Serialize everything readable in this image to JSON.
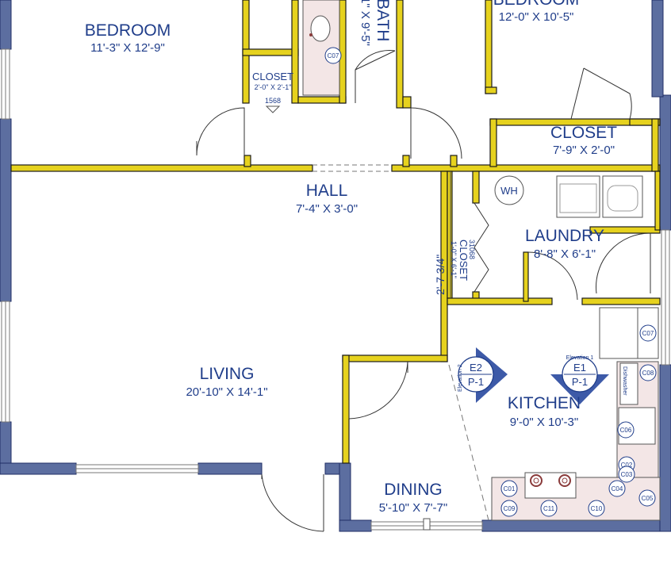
{
  "rooms": {
    "bedroom1": {
      "name": "BEDROOM",
      "dim": "11'-3\" X 12'-9\""
    },
    "bedroom2": {
      "name": "BEDROOM",
      "dim": "12'-0\" X 10'-5\""
    },
    "bath": {
      "name": "BATH",
      "dim": "1\" X 9'-5\""
    },
    "closet_small": {
      "name": "CLOSET",
      "dim": "2'-0\" X 2'-1\"",
      "tag": "1568"
    },
    "closet_hall": {
      "name": "CLOSET",
      "dim": "7'-9\" X 2'-0\""
    },
    "hall": {
      "name": "HALL",
      "dim": "7'-4\" X 3'-0\""
    },
    "closet_vertical": {
      "name": "CLOSET",
      "dim": "1'-0\" X 6'-1\"",
      "tag": "31068"
    },
    "laundry": {
      "name": "LAUNDRY",
      "dim": "8'-8\" X 6'-1\""
    },
    "living": {
      "name": "LIVING",
      "dim": "20'-10\" X 14'-1\""
    },
    "kitchen": {
      "name": "KITCHEN",
      "dim": "9'-0\" X 10'-3\""
    },
    "dining": {
      "name": "DINING",
      "dim": "5'-10\" X 7'-7\""
    }
  },
  "dimension_label": "2'-7 3/4\"",
  "water_heater_label": "WH",
  "elevations": {
    "e2": {
      "id": "E2",
      "sheet": "P-1",
      "label": "Elevation 2"
    },
    "e1": {
      "id": "E1",
      "sheet": "P-1",
      "label": "Elevation 1"
    }
  },
  "appliance_labels": {
    "dishwasher": "Dishwasher"
  },
  "cabinet_tags": {
    "bath_c07": "C07",
    "c07": "C07",
    "c08": "C08",
    "c06": "C06",
    "c02": "C02",
    "c03": "C03",
    "c04": "C04",
    "c05": "C05",
    "c01": "C01",
    "c09": "C09",
    "c11": "C11",
    "c10": "C10"
  },
  "colors": {
    "exterior_wall": "#5c6ea0",
    "interior_wall": "#e6d21e",
    "label_text": "#1f3d8a",
    "cabinet_fill": "#f3e6e6"
  }
}
